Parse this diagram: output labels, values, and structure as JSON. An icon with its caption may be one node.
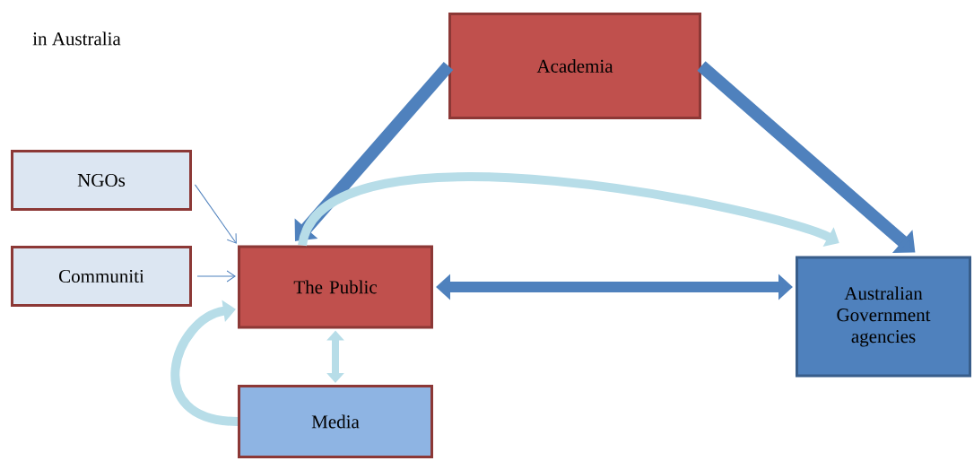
{
  "diagram": {
    "nodes": [
      {
        "text": [
          "Academia"
        ]
      },
      {
        "text": [
          "NGOs"
        ]
      },
      {
        "text": [
          "Communiti"
        ]
      },
      {
        "text": [
          "The Public"
        ]
      },
      {
        "text": [
          "Australian Government agencies"
        ]
      },
      {
        "text": [
          "Media"
        ]
      }
    ],
    "edges": [
      {
        "from": 0,
        "to": 3,
        "arrow": "to"
      },
      {
        "from": 0,
        "to": 4,
        "arrow": "to"
      },
      {
        "from": 1,
        "to": 3,
        "arrow": "to"
      },
      {
        "from": 2,
        "to": 3,
        "arrow": "to"
      },
      {
        "from": 3,
        "to": 4,
        "arrow": "to",
        "color": "#b7dde8"
      },
      {
        "from": 3,
        "to": 4,
        "arrow": "both"
      },
      {
        "from": 3,
        "to": 5,
        "arrow": "both",
        "color": "#b7dde8"
      },
      {
        "from": 5,
        "to": 3,
        "arrow": "to",
        "color": "#b7dde8"
      }
    ],
    "labels": [
      "in Australia"
    ]
  }
}
